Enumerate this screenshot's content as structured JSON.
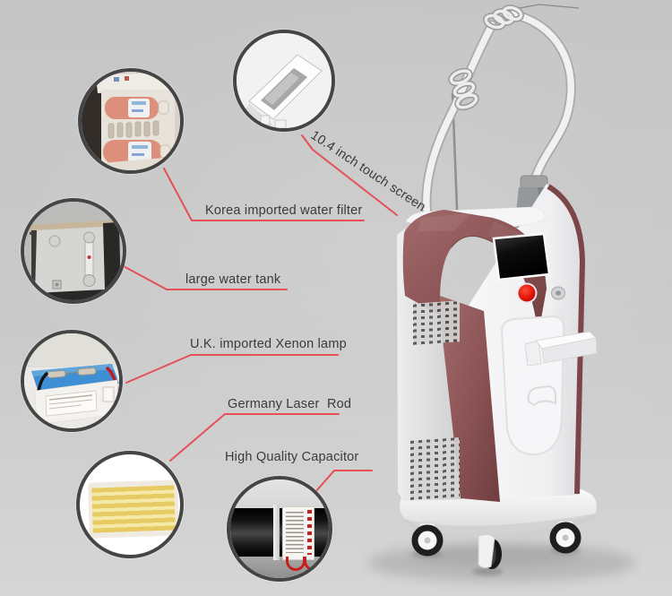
{
  "colors": {
    "background": "#c9c9c9",
    "leader_line": "#e45056",
    "label_text": "#3a3a3a",
    "circle_border": "#454545",
    "machine_maroon": "#8a5254",
    "machine_body_white": "#f4f4f6",
    "machine_side_gray": "#d9d9d9",
    "emergency_button_red": "#e01408",
    "xenon_block_blue": "#3f8fd4",
    "laser_rod_yellow": "#e7cb62"
  },
  "callouts": {
    "touch_screen": {
      "label": "10.4 inch touch screen"
    },
    "water_filter": {
      "label": "Korea imported water filter"
    },
    "water_tank": {
      "label": "large water tank"
    },
    "xenon_lamp": {
      "label": "U.K. imported Xenon lamp"
    },
    "laser_rod": {
      "label": "Germany Laser  Rod"
    },
    "capacitor": {
      "label": "High Quality Capacitor"
    }
  }
}
